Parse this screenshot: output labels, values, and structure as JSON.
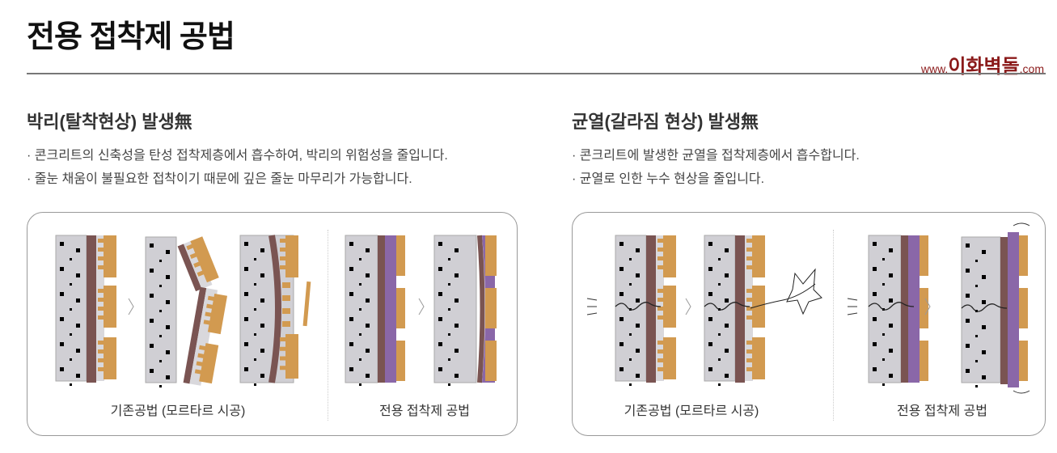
{
  "header": {
    "title": "전용 접착제 공법",
    "logo": {
      "prefix": "www.",
      "name": "이화벽돌",
      "suffix": ".com"
    }
  },
  "sections": [
    {
      "heading": "박리(탈착현상) 발생無",
      "bullets": [
        "· 콘크리트의 신축성을 탄성 접착제층에서 흡수하여, 박리의 위험성을 줄입니다.",
        "· 줄눈 채움이 불필요한 접착이기 때문에 깊은 줄눈 마무리가 가능합니다."
      ],
      "captions": [
        "기존공법 (모르타르 시공)",
        "전용 접착제 공법"
      ]
    },
    {
      "heading": "균열(갈라짐 현상) 발생無",
      "bullets": [
        "· 콘크리트에 발생한 균열을 접착제층에서 흡수합니다.",
        "· 균열로 인한 누수 현상을 줄입니다."
      ],
      "captions": [
        "기존공법 (모르타르 시공)",
        "전용 접착제 공법"
      ]
    }
  ],
  "colors": {
    "concrete": "#d0cfd4",
    "bond": "#7a5452",
    "adhesive": "#8a67a8",
    "tile": "#d29a50",
    "logo": "#8b1a1a"
  }
}
